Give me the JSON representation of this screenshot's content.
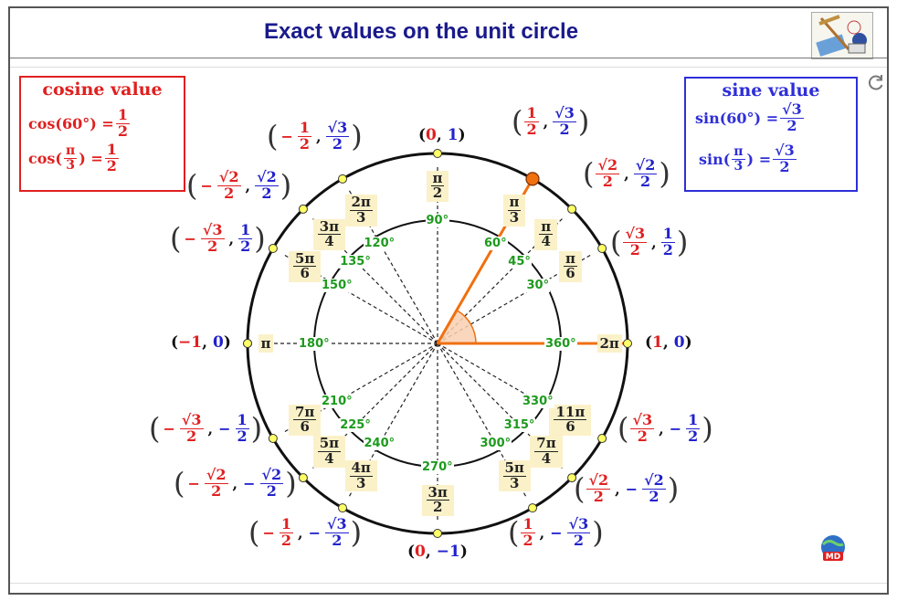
{
  "title": "Exact values on the unit circle",
  "cos_box": {
    "title": "cosine value",
    "line1_lhs": "cos(60°) =",
    "line1_num": "1",
    "line1_den": "2",
    "line2_fn": "cos(",
    "line2_arg_num": "π",
    "line2_arg_den": "3",
    "line2_close": ") =",
    "line2_num": "1",
    "line2_den": "2"
  },
  "sin_box": {
    "title": "sine value",
    "line1_lhs": "sin(60°) =",
    "line1_num": "√3",
    "line1_den": "2",
    "line2_fn": "sin(",
    "line2_arg_num": "π",
    "line2_arg_den": "3",
    "line2_close": ") =",
    "line2_num": "√3",
    "line2_den": "2"
  },
  "colors": {
    "cos": "#e02020",
    "sin": "#2222cc",
    "degree": "#1e9a1e",
    "radian_bg": "#fbf1c8",
    "highlight": "#f07010"
  },
  "axis_points": {
    "top": [
      "0",
      "1"
    ],
    "bottom": [
      "0",
      "−1"
    ],
    "left": [
      "−1",
      "0"
    ],
    "right": [
      "1",
      "0"
    ]
  },
  "degrees": [
    "30°",
    "45°",
    "60°",
    "90°",
    "120°",
    "135°",
    "150°",
    "180°",
    "210°",
    "225°",
    "240°",
    "270°",
    "300°",
    "315°",
    "330°",
    "360°"
  ],
  "radians": [
    {
      "num": "π",
      "den": "6"
    },
    {
      "num": "π",
      "den": "4"
    },
    {
      "num": "π",
      "den": "3"
    },
    {
      "num": "π",
      "den": "2"
    },
    {
      "num": "2π",
      "den": "3"
    },
    {
      "num": "3π",
      "den": "4"
    },
    {
      "num": "5π",
      "den": "6"
    },
    {
      "text": "π"
    },
    {
      "num": "7π",
      "den": "6"
    },
    {
      "num": "5π",
      "den": "4"
    },
    {
      "num": "4π",
      "den": "3"
    },
    {
      "num": "3π",
      "den": "2"
    },
    {
      "num": "5π",
      "den": "3"
    },
    {
      "num": "7π",
      "den": "4"
    },
    {
      "num": "11π",
      "den": "6"
    },
    {
      "text": "2π"
    }
  ],
  "coords": [
    {
      "angle": "30",
      "x": {
        "sign": "",
        "num": "√3",
        "den": "2"
      },
      "y": {
        "sign": "",
        "num": "1",
        "den": "2"
      }
    },
    {
      "angle": "45",
      "x": {
        "sign": "",
        "num": "√2",
        "den": "2"
      },
      "y": {
        "sign": "",
        "num": "√2",
        "den": "2"
      }
    },
    {
      "angle": "60",
      "x": {
        "sign": "",
        "num": "1",
        "den": "2"
      },
      "y": {
        "sign": "",
        "num": "√3",
        "den": "2"
      }
    },
    {
      "angle": "120",
      "x": {
        "sign": "−",
        "num": "1",
        "den": "2"
      },
      "y": {
        "sign": "",
        "num": "√3",
        "den": "2"
      }
    },
    {
      "angle": "135",
      "x": {
        "sign": "−",
        "num": "√2",
        "den": "2"
      },
      "y": {
        "sign": "",
        "num": "√2",
        "den": "2"
      }
    },
    {
      "angle": "150",
      "x": {
        "sign": "−",
        "num": "√3",
        "den": "2"
      },
      "y": {
        "sign": "",
        "num": "1",
        "den": "2"
      }
    },
    {
      "angle": "210",
      "x": {
        "sign": "−",
        "num": "√3",
        "den": "2"
      },
      "y": {
        "sign": "−",
        "num": "1",
        "den": "2"
      }
    },
    {
      "angle": "225",
      "x": {
        "sign": "−",
        "num": "√2",
        "den": "2"
      },
      "y": {
        "sign": "−",
        "num": "√2",
        "den": "2"
      }
    },
    {
      "angle": "240",
      "x": {
        "sign": "−",
        "num": "1",
        "den": "2"
      },
      "y": {
        "sign": "−",
        "num": "√3",
        "den": "2"
      }
    },
    {
      "angle": "300",
      "x": {
        "sign": "",
        "num": "1",
        "den": "2"
      },
      "y": {
        "sign": "−",
        "num": "√3",
        "den": "2"
      }
    },
    {
      "angle": "315",
      "x": {
        "sign": "",
        "num": "√2",
        "den": "2"
      },
      "y": {
        "sign": "−",
        "num": "√2",
        "den": "2"
      }
    },
    {
      "angle": "330",
      "x": {
        "sign": "",
        "num": "√3",
        "den": "2"
      },
      "y": {
        "sign": "−",
        "num": "1",
        "den": "2"
      }
    }
  ],
  "selected_angle": 60,
  "icons": {
    "refresh": "refresh-icon",
    "logo": "geometry-tools-logo",
    "badge": "globe-badge-icon"
  }
}
